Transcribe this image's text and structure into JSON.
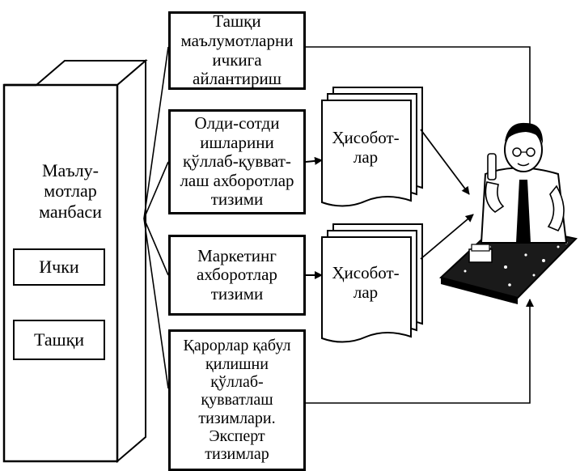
{
  "source": {
    "label": "Маълу-\nмотлар\nманбаси",
    "inner": "Ички",
    "outer": "Ташқи"
  },
  "systems": [
    "Ташқи\nмаълумотларни\nичкига\nайлантириш",
    "Олди-сотди\nишларини\nқўллаб-қувват-\nлаш ахборотлар\nтизими",
    "Маркетинг\nахборотлар\nтизими",
    "Қарорлар қабул\nқилишни\nқўллаб-\nқувватлаш\nтизимлари.\nЭксперт\nтизимлар"
  ],
  "reports": [
    "Ҳисобот-\nлар",
    "Ҳисобот-\nлар"
  ],
  "icons": [
    "manager-at-desk-icon"
  ],
  "colors": {
    "ink": "#000000",
    "paper": "#ffffff"
  }
}
